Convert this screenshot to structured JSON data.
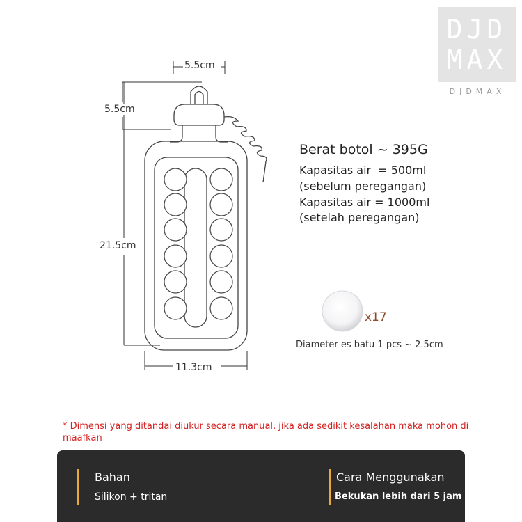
{
  "logo": {
    "line1": "DJD",
    "line2": "MAX",
    "subtext": "DJDMAX"
  },
  "dimensions": {
    "cap_width": "5.5cm",
    "cap_height": "5.5cm",
    "total_height": "21.5cm",
    "body_width": "11.3cm"
  },
  "specs": {
    "weight": "Berat botol ~ 395G",
    "capacity_before": "Kapasitas air  = 500ml",
    "capacity_before_note": "(sebelum peregangan)",
    "capacity_after": "Kapasitas air = 1000ml",
    "capacity_after_note": "(setelah peregangan)"
  },
  "ice": {
    "count": "x17",
    "diameter": "Diameter es batu 1 pcs ~ 2.5cm"
  },
  "disclaimer": "* Dimensi yang ditandai diukur secara manual, jika ada sedikit kesalahan maka mohon di maafkan",
  "info_bar": {
    "material_title": "Bahan",
    "material_value": "Silikon + tritan",
    "usage_title": "Cara Menggunakan",
    "usage_value": "Bekukan lebih dari 5 jam"
  },
  "colors": {
    "accent": "#e9a93a",
    "bar_background": "#2b2b2b",
    "disclaimer": "#d42020"
  }
}
